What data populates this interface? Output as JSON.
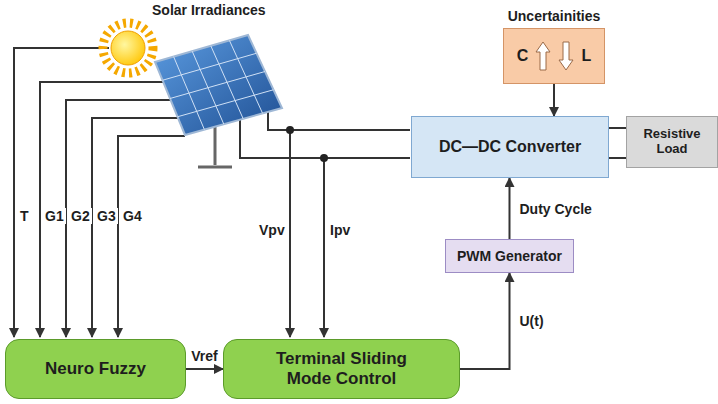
{
  "diagram": {
    "nodes": [
      {
        "text": [
          "Uncertainities",
          "C",
          "L"
        ]
      },
      {
        "text": [
          "DC—DC Converter"
        ]
      },
      {
        "text": [
          "Resistive Load"
        ]
      },
      {
        "text": [
          "PWM Generator"
        ]
      },
      {
        "text": [
          "Neuro Fuzzy"
        ]
      },
      {
        "text": [
          "Terminal Sliding Mode Control"
        ]
      }
    ],
    "edges": [
      {
        "from": 0,
        "to": 1,
        "arrow": "to"
      },
      {
        "from": 1,
        "to": 2,
        "arrow": "none"
      },
      {
        "from": 1,
        "to": 2,
        "arrow": "none"
      },
      {
        "from": 3,
        "to": 1,
        "label": "Duty Cycle",
        "arrow": "to"
      },
      {
        "from": 4,
        "to": 5,
        "label": "Vref",
        "arrow": "to"
      },
      {
        "from": 5,
        "to": 3,
        "label": "U(t)",
        "arrow": "to"
      }
    ],
    "labels": [
      "Solar Irradiances",
      "T",
      "G1",
      "G2",
      "G3",
      "G4",
      "Vpv",
      "Ipv"
    ]
  }
}
